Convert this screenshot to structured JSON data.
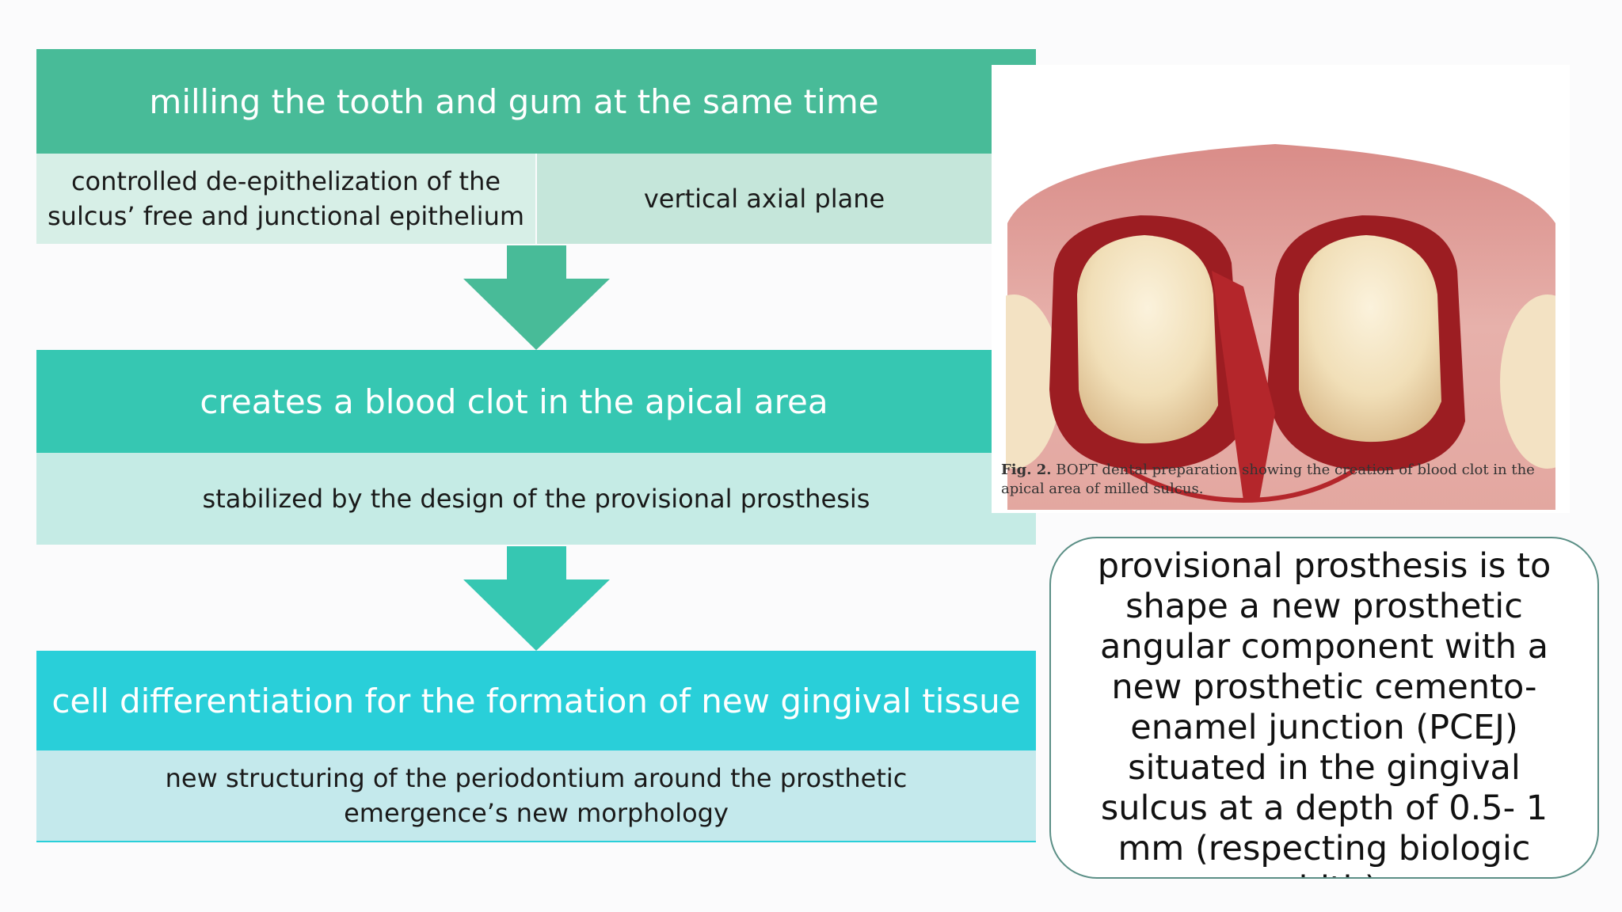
{
  "step1": {
    "title": "milling the tooth and gum at the same time",
    "left_detail": "controlled de-epithelization of the sulcus’ free and junctional epithelium",
    "right_detail": "vertical axial plane"
  },
  "step2": {
    "title": "creates a blood clot in the apical area",
    "detail": "stabilized by the design of the provisional prosthesis"
  },
  "step3": {
    "title": "cell differentiation for the formation of new gingival tissue",
    "detail": "new structuring of the periodontium around the prosthetic emergence’s new morphology"
  },
  "figure": {
    "caption_label": "Fig. 2.",
    "caption_text": "BOPT dental preparation showing the creation of blood clot in the apical area of milled sulcus."
  },
  "callout": {
    "text": "The function of the provisional prosthesis is to shape a new prosthetic angular component with a new prosthetic cemento-enamel junction (PCEJ) situated in the gingival sulcus at a depth of 0.5- 1 mm (respecting biologic width)"
  },
  "colors": {
    "step1_header": "#48bb98",
    "step1_body_left": "#d7efe7",
    "step1_body_right": "#c5e6da",
    "step2_header": "#36c7b2",
    "step2_body": "#c5ebe5",
    "step3_header": "#29cfd9",
    "step3_body": "#c4e9ec",
    "arrow1": "#48bb98",
    "arrow2": "#36c7b2"
  }
}
